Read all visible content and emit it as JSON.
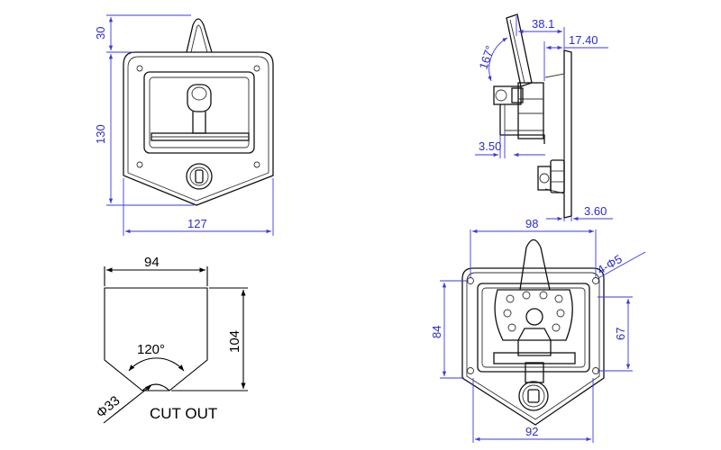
{
  "front_view": {
    "dim_top_height": "30",
    "dim_body_height": "130",
    "dim_width": "127"
  },
  "side_view": {
    "dim_depth": "38.1",
    "dim_flange_depth": "17.40",
    "dim_angle": "167°",
    "dim_offset": "3.50",
    "dim_thickness": "3.60"
  },
  "rear_view": {
    "dim_width_top": "98",
    "dim_hole": "4-Φ5",
    "dim_hole_spacing_left": "84",
    "dim_hole_spacing_right": "67",
    "dim_width_bottom": "92"
  },
  "cutout": {
    "dim_width": "94",
    "dim_height": "104",
    "dim_angle": "120°",
    "dim_radius": "Φ33",
    "label": "CUT OUT"
  }
}
